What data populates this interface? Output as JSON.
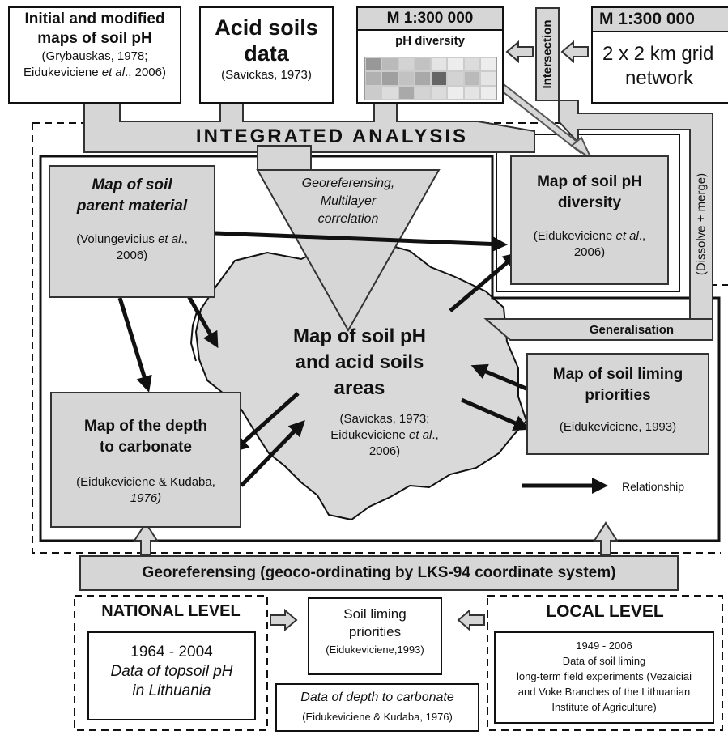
{
  "sources": {
    "soil_ph_maps": {
      "title_line1": "Initial and modified",
      "title_line2": "maps of soil pH",
      "ref_line1": "(Grybauskas, 1978;",
      "ref_line2_name": "Eidukeviciene ",
      "ref_line2_etal": "et al",
      "ref_line2_end": "., 2006)"
    },
    "acid_soils": {
      "title_line1": "Acid soils",
      "title_line2": "data",
      "ref": "(Savickas, 1973)"
    },
    "ph_diversity_grid": {
      "scale": "M 1:300 000",
      "label": "pH diversity",
      "cells": [
        [
          0.55,
          0.35,
          0.2,
          0.3,
          0.1,
          0.05,
          0.15,
          0.05
        ],
        [
          0.4,
          0.5,
          0.3,
          0.45,
          0.85,
          0.2,
          0.35,
          0.1
        ],
        [
          0.25,
          0.15,
          0.45,
          0.2,
          0.15,
          0.05,
          0.1,
          0.05
        ]
      ]
    },
    "intersection_label": "Intersection",
    "grid_network": {
      "scale": "M 1:300 000",
      "line1": "2 x 2 km grid",
      "line2": "network"
    }
  },
  "integrated_analysis": {
    "title": "INTEGRATED ANALYSIS",
    "funnel_line1": "Georeferensing,",
    "funnel_line2": "Multilayer",
    "funnel_line3": "correlation",
    "dissolve_label": "(Dissolve + merge)",
    "generalisation_label": "Generalisation"
  },
  "maps": {
    "parent_material": {
      "title_line1": "Map of soil",
      "title_line2": "parent material",
      "ref_line1_name": "(Volungevicius ",
      "ref_line1_etal": "et al",
      "ref_line1_end": ".,",
      "ref_line2": "2006)"
    },
    "ph_diversity": {
      "title_line1": "Map of soil pH",
      "title_line2": "diversity",
      "ref_line1_name": "(Eidukeviciene ",
      "ref_line1_etal": "et al",
      "ref_line1_end": ".,",
      "ref_line2": "2006)"
    },
    "central": {
      "title_line1": "Map of soil pH",
      "title_line2": "and acid soils",
      "title_line3": "areas",
      "ref_line1": "(Savickas, 1973;",
      "ref_line2_name": "Eidukeviciene ",
      "ref_line2_etal": "et al",
      "ref_line2_end": ".,",
      "ref_line3": "2006)"
    },
    "liming_priorities": {
      "title_line1": "Map of soil liming",
      "title_line2": "priorities",
      "ref": "(Eidukeviciene, 1993)"
    },
    "carbonate_depth": {
      "title_line1": "Map of the depth",
      "title_line2": "to carbonate",
      "ref_line1": "(Eidukeviciene & Kudaba,",
      "ref_line2": "1976)"
    }
  },
  "legend": {
    "label": "Relationship"
  },
  "georeferensing_bar": "Georeferensing (geoco-ordinating by LKS-94 coordinate system)",
  "national_level": {
    "title": "NATIONAL LEVEL",
    "line1": "1964 - 2004",
    "line2": "Data of topsoil pH",
    "line3": "in Lithuania"
  },
  "soil_liming": {
    "line1": "Soil liming",
    "line2": "priorities",
    "ref": "(Eidukeviciene,1993)"
  },
  "depth_data": {
    "title": "Data of depth to carbonate",
    "ref": "(Eidukeviciene & Kudaba, 1976)"
  },
  "local_level": {
    "title": "LOCAL  LEVEL",
    "line1": "1949 - 2006",
    "line2": "Data of soil liming",
    "line3": "long-term field experiments (Vezaiciai",
    "line4": "and Voke Branches of the Lithuanian",
    "line5": "Institute of Agriculture)"
  },
  "colors": {
    "box_fill": "#d6d6d6",
    "map_fill": "#d9d9d9",
    "line": "#111111"
  }
}
